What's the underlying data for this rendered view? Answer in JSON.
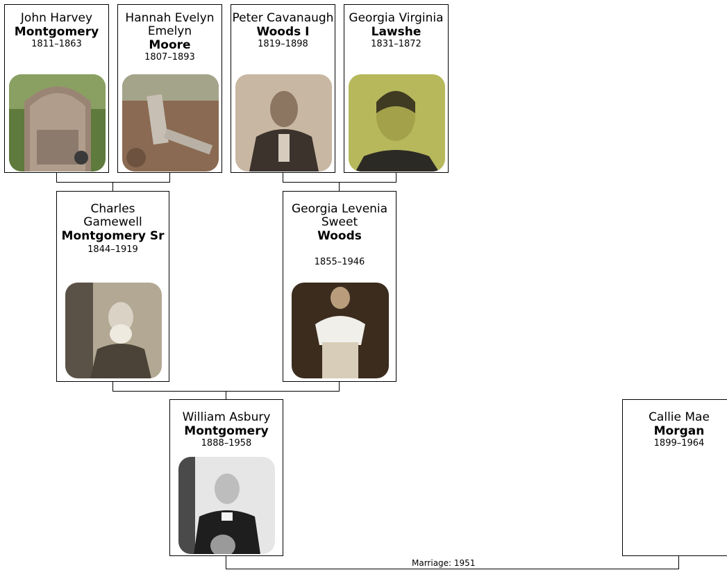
{
  "people": {
    "john": {
      "given": "John Harvey",
      "surname": "Montgomery",
      "dates": "1811–1863"
    },
    "hannah": {
      "given": "Hannah Evelyn Emelyn",
      "surname": "Moore",
      "dates": "1807–1893"
    },
    "peter": {
      "given": "Peter Cavanaugh",
      "surname": "Woods I",
      "dates": "1819–1898"
    },
    "georgiav": {
      "given": "Georgia Virginia",
      "surname": "Lawshe",
      "dates": "1831–1872"
    },
    "charles": {
      "given": "Charles Gamewell",
      "surname": "Montgomery Sr",
      "dates": "1844–1919"
    },
    "georgial": {
      "given": "Georgia Levenia Sweet",
      "surname": "Woods",
      "dates": "1855–1946"
    },
    "william": {
      "given": "William Asbury",
      "surname": "Montgomery",
      "dates": "1888–1958"
    },
    "callie": {
      "given": "Callie Mae",
      "surname": "Morgan",
      "dates": "1899–1964"
    }
  },
  "marriage": {
    "label": "Marriage: 1951"
  }
}
